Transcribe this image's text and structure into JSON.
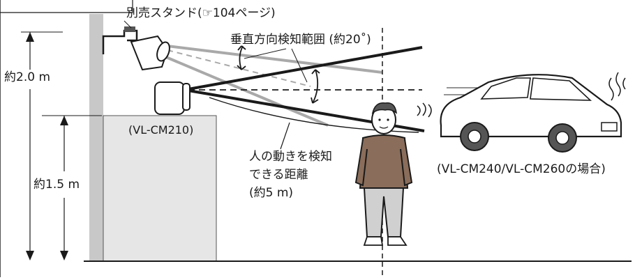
{
  "labels": {
    "stand": "別売スタンド(☞104ページ)",
    "vertical_range": "垂直方向検知範囲 (約20˚)",
    "height_camera": "約2.0 m",
    "height_wall": "約1.5 m",
    "model_small": "(VL-CM210)",
    "detect_line1": "人の動きを検知",
    "detect_line2": "できる距離",
    "detect_line3": "(約5 m)",
    "model_car": "(VL-CM240/VL-CM260の場合)"
  },
  "colors": {
    "wall": "#c8c8c8",
    "box": "#e6e6e6",
    "line": "#1a1a1a",
    "beam_gray": "#a9a9a9",
    "person_shirt": "#8a6d5a"
  }
}
